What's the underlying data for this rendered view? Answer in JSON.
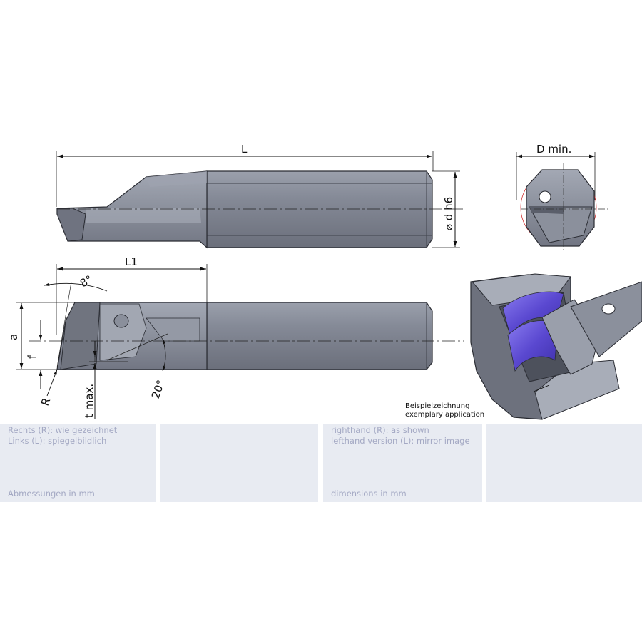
{
  "dimensions": {
    "L": "L",
    "L1": "L1",
    "d": "⌀ d h6",
    "D_min": "D min.",
    "angle_8": "8°",
    "angle_20": "20°",
    "a": "a",
    "f": "f",
    "R": "R",
    "t_max": "t max."
  },
  "example": {
    "line1": "Beispielzeichnung",
    "line2": "exemplary application"
  },
  "info_de": {
    "line1": "Rechts (R): wie gezeichnet",
    "line2": "Links (L): spiegelbildlich",
    "units": "Abmessungen in mm"
  },
  "info_en": {
    "line1": "righthand (R): as shown",
    "line2": "lefthand version (L): mirror image",
    "units": "dimensions in mm"
  },
  "colors": {
    "tool_body": "#7a7f8c",
    "tool_dark": "#5c606c",
    "insert_violet": "#6a5bd6",
    "panel": "#e8ebf2",
    "panel_text": "#a4a9c4"
  }
}
